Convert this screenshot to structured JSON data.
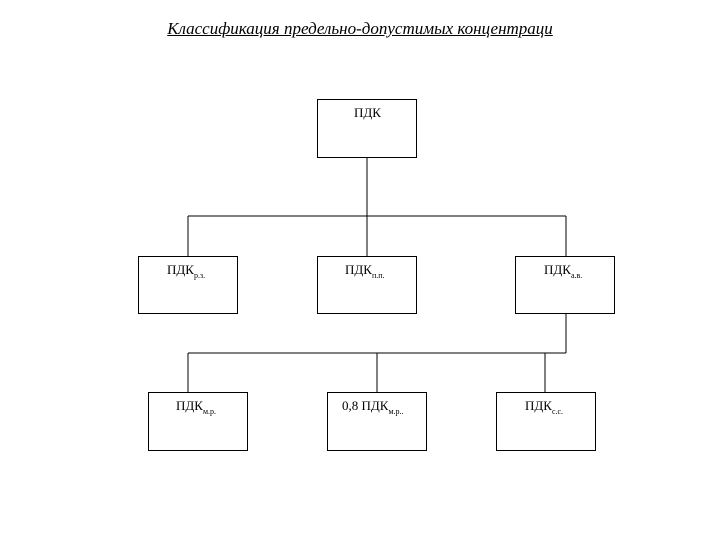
{
  "title": "Классификация предельно-допустимых концентраци",
  "nodes": {
    "root": {
      "text": "ПДК",
      "sub": ""
    },
    "rz": {
      "text": "ПДК",
      "sub": "р.з."
    },
    "pp": {
      "text": "ПДК",
      "sub": "п.п."
    },
    "av": {
      "text": "ПДК",
      "sub": "а.в."
    },
    "mr": {
      "text": "ПДК",
      "sub": "м.р."
    },
    "mr08": {
      "text": "0,8 ПДК",
      "sub": "м.р.."
    },
    "ss": {
      "text": "ПДК",
      "sub": "с.с."
    }
  }
}
